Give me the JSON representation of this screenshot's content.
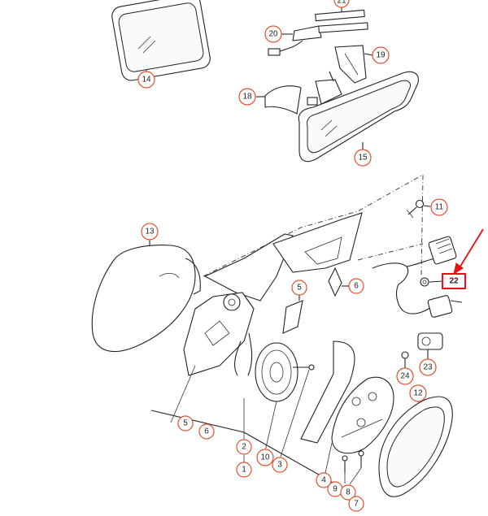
{
  "diagram": {
    "callouts": [
      "21",
      "20",
      "19",
      "18",
      "14",
      "15",
      "11",
      "22",
      "13",
      "5",
      "6",
      "23",
      "24",
      "12",
      "5",
      "6",
      "2",
      "1",
      "10",
      "3",
      "4",
      "9",
      "8",
      "7"
    ],
    "highlight": {
      "label": "22",
      "color": "#e81010"
    },
    "callout_color": "#e0502a"
  }
}
